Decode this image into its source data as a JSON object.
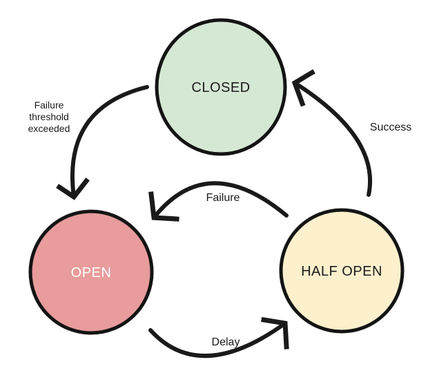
{
  "diagram": {
    "background": "#ffffff",
    "stroke_color": "#141414"
  },
  "nodes": {
    "closed": {
      "label": "CLOSED",
      "fill": "#d5e8d4",
      "text_color": "#1a1a1a"
    },
    "open": {
      "label": "OPEN",
      "fill": "#e89c9c",
      "text_color": "#ffffff"
    },
    "half_open": {
      "label": "HALF OPEN",
      "fill": "#fcf0cd",
      "text_color": "#1a1a1a"
    }
  },
  "edges": {
    "closed_to_open": {
      "from": "CLOSED",
      "to": "OPEN",
      "label_lines": [
        "Failure",
        "threshold",
        "exceeded"
      ]
    },
    "half_open_to_closed": {
      "from": "HALF OPEN",
      "to": "CLOSED",
      "label": "Success"
    },
    "half_open_to_open": {
      "from": "HALF OPEN",
      "to": "OPEN",
      "label": "Failure"
    },
    "open_to_half_open": {
      "from": "OPEN",
      "to": "HALF OPEN",
      "label": "Delay"
    }
  }
}
